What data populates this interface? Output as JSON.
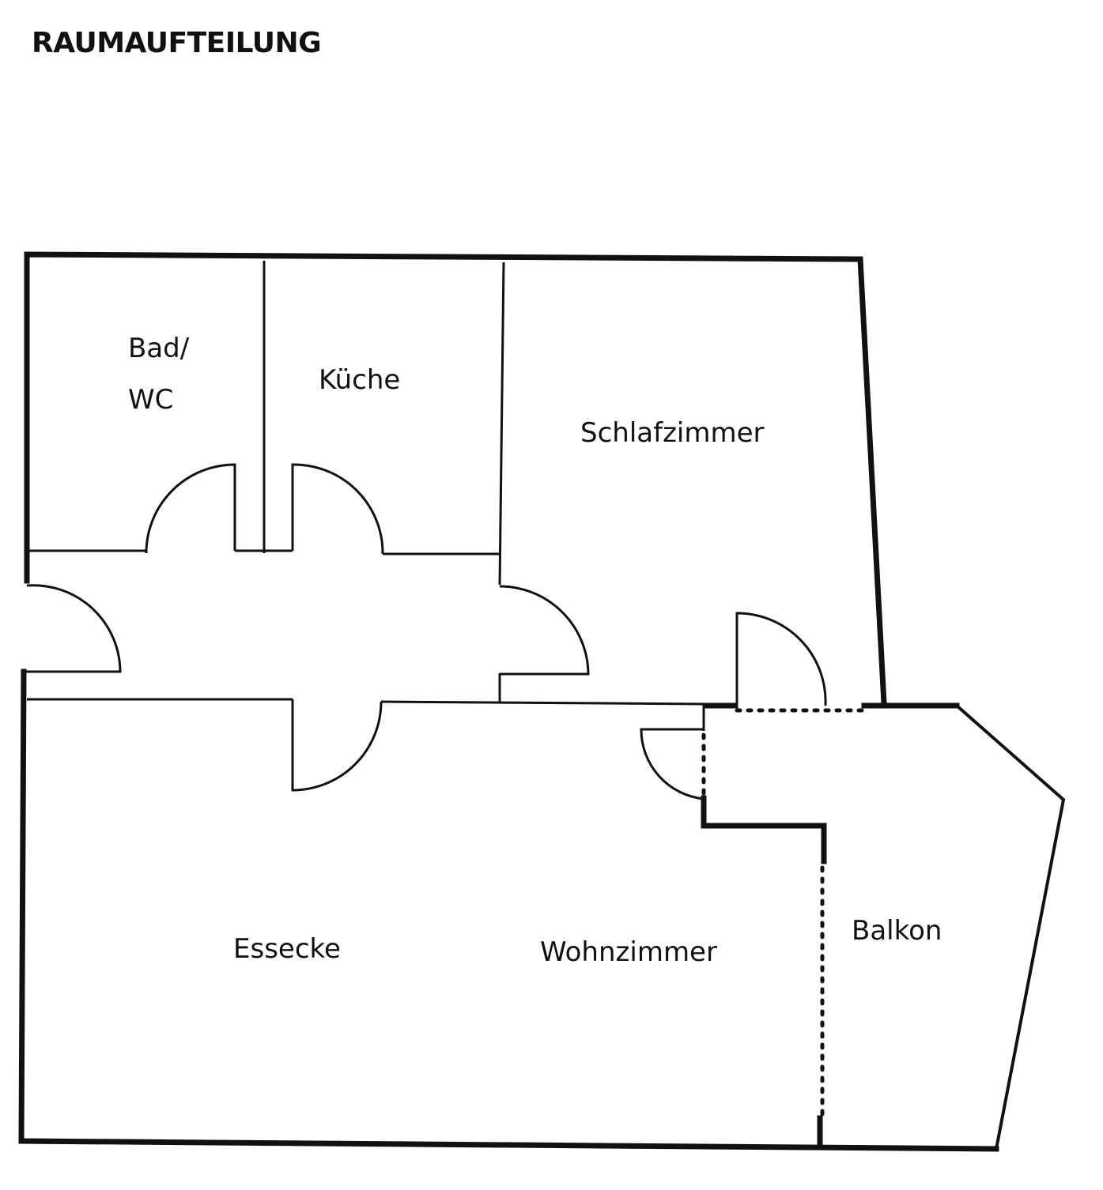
{
  "title": "RAUMAUFTEILUNG",
  "rooms": {
    "bad_line1": "Bad/",
    "bad_line2": "WC",
    "kueche": "Küche",
    "schlafzimmer": "Schlafzimmer",
    "essecke": "Essecke",
    "wohnzimmer": "Wohnzimmer",
    "balkon": "Balkon"
  }
}
